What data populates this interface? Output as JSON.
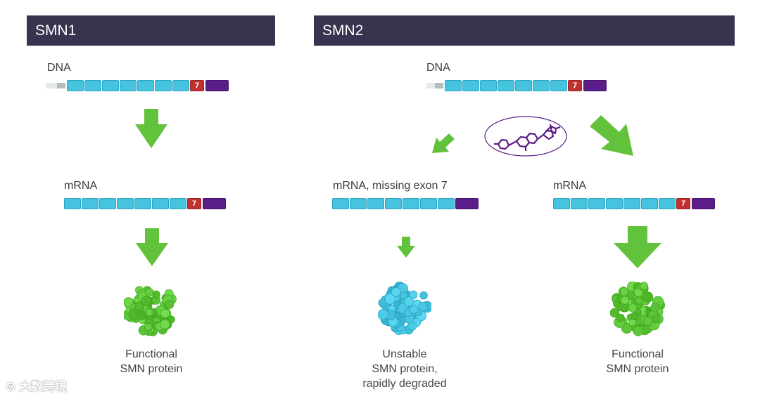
{
  "smn1": {
    "header": "SMN1",
    "dna_label": "DNA",
    "mrna_label": "mRNA",
    "exon7_label": "7",
    "protein_caption": [
      "Functional",
      "SMN protein"
    ],
    "protein_color": "#5ec73a"
  },
  "smn2": {
    "header": "SMN2",
    "dna_label": "DNA",
    "exon7_label": "7",
    "left": {
      "mrna_label": "mRNA, missing exon 7",
      "protein_caption": [
        "Unstable",
        "SMN protein,",
        "rapidly degraded"
      ],
      "protein_color": "#45c3df"
    },
    "right": {
      "mrna_label": "mRNA",
      "protein_caption": [
        "Functional",
        "SMN protein"
      ],
      "protein_color": "#5ec73a"
    }
  },
  "watermark": "大数跨境",
  "colors": {
    "header_bg": "#373450",
    "exon": "#45c3df",
    "exon7": "#c0312f",
    "exon_last": "#5b1d87",
    "arrow": "#62c23b",
    "molecule": "#5b1d87"
  }
}
